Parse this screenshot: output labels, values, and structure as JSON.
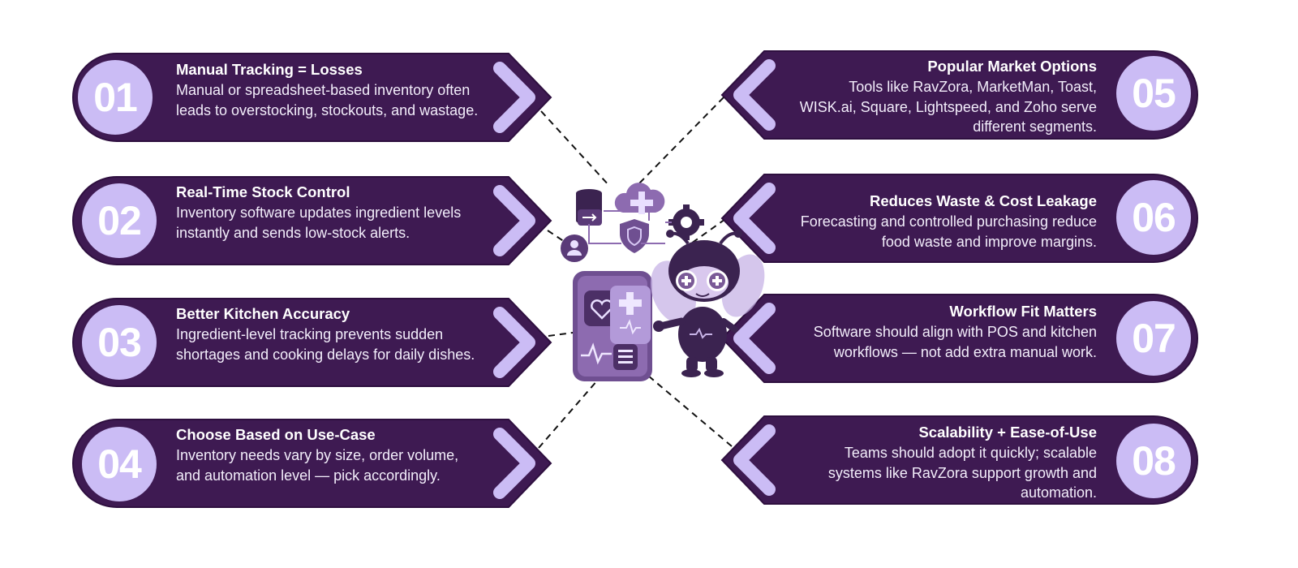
{
  "colors": {
    "card": "#3e1a52",
    "card_edge": "#2e0f3f",
    "chevron": "#cbbcf5",
    "number_circle": "#cbbcf5",
    "text": "#ffffff",
    "connector": "#111111",
    "illustration_dark": "#3b2350",
    "illustration_mid": "#7a5a97",
    "illustration_light": "#c7b3e6"
  },
  "center_icons": [
    "database-icon",
    "cloud-plus-icon",
    "shield-icon",
    "gear-icon",
    "user-chat-icon",
    "phone-health-icon",
    "bee-mascot"
  ],
  "items": [
    {
      "number": "01",
      "title": "Manual Tracking = Losses",
      "text": "Manual or spreadsheet-based inventory often leads to overstocking, stockouts, and wastage.",
      "side": "left"
    },
    {
      "number": "02",
      "title": "Real-Time Stock Control",
      "text": "Inventory software updates ingredient levels instantly and sends low-stock alerts.",
      "side": "left"
    },
    {
      "number": "03",
      "title": "Better Kitchen Accuracy",
      "text": "Ingredient-level tracking prevents sudden shortages and cooking delays for daily dishes.",
      "side": "left"
    },
    {
      "number": "04",
      "title": "Choose Based on Use-Case",
      "text": "Inventory needs vary by size, order volume, and automation level — pick accordingly.",
      "side": "left"
    },
    {
      "number": "05",
      "title": "Popular Market Options",
      "text": "Tools like RavZora, MarketMan, Toast, WISK.ai, Square, Lightspeed, and Zoho serve different segments.",
      "side": "right"
    },
    {
      "number": "06",
      "title": "Reduces Waste & Cost Leakage",
      "text": "Forecasting and controlled purchasing reduce food waste and improve margins.",
      "side": "right"
    },
    {
      "number": "07",
      "title": "Workflow Fit Matters",
      "text": "Software should align with POS and kitchen workflows — not add extra manual work.",
      "side": "right"
    },
    {
      "number": "08",
      "title": "Scalability + Ease-of-Use",
      "text": "Teams should adopt it quickly; scalable systems like RavZora support growth and automation.",
      "side": "right"
    }
  ]
}
